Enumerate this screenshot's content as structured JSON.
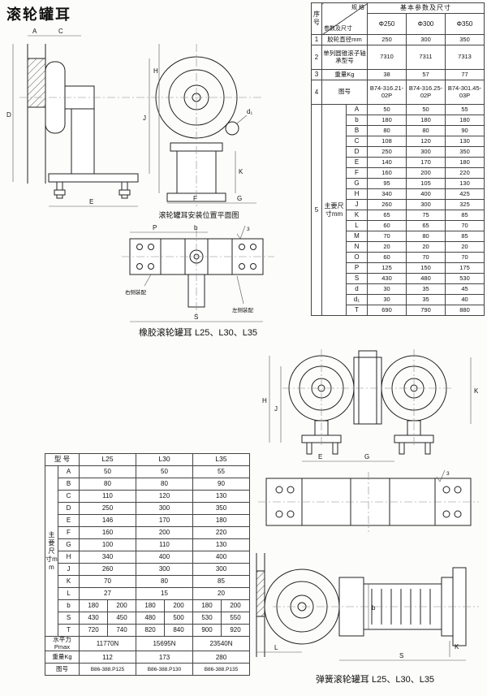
{
  "page": {
    "title": "滚轮罐耳"
  },
  "captions": {
    "plan_view": "滚轮罐耳安装位置平面图",
    "rubber": "橡胶滚轮罐耳 L25、L30、L35",
    "spring": "弹簧滚轮罐耳 L25、L30、L35"
  },
  "param_table": {
    "title": "基本参数及尺寸",
    "seq_header": "序号",
    "spec_header": "规 格",
    "param_header": "参数及尺寸",
    "col_headers": [
      "Φ250",
      "Φ300",
      "Φ350"
    ],
    "rows": [
      {
        "no": "1",
        "label": "胶轮直径mm",
        "values": [
          "250",
          "300",
          "350"
        ]
      },
      {
        "no": "2",
        "label": "单列圆锥滚子轴承型号",
        "values": [
          "7310",
          "7311",
          "7313"
        ]
      },
      {
        "no": "3",
        "label": "重量Kg",
        "values": [
          "38",
          "57",
          "77"
        ]
      },
      {
        "no": "4",
        "label": "图号",
        "values": [
          "B74-316.21-02P",
          "B74-316.25-02P",
          "B74-301.45-03P"
        ]
      }
    ],
    "dims": {
      "no": "5",
      "label": "主要尺寸mm",
      "rows": [
        [
          "A",
          "50",
          "50",
          "55"
        ],
        [
          "b",
          "180",
          "180",
          "180"
        ],
        [
          "B",
          "80",
          "80",
          "90"
        ],
        [
          "C",
          "108",
          "120",
          "130"
        ],
        [
          "D",
          "250",
          "300",
          "350"
        ],
        [
          "E",
          "140",
          "170",
          "180"
        ],
        [
          "F",
          "160",
          "200",
          "220"
        ],
        [
          "G",
          "95",
          "105",
          "130"
        ],
        [
          "H",
          "340",
          "400",
          "425"
        ],
        [
          "J",
          "260",
          "300",
          "325"
        ],
        [
          "K",
          "65",
          "75",
          "85"
        ],
        [
          "L",
          "60",
          "65",
          "70"
        ],
        [
          "M",
          "70",
          "80",
          "85"
        ],
        [
          "N",
          "20",
          "20",
          "20"
        ],
        [
          "O",
          "60",
          "70",
          "70"
        ],
        [
          "P",
          "125",
          "150",
          "175"
        ],
        [
          "S",
          "430",
          "480",
          "530"
        ],
        [
          "d",
          "30",
          "35",
          "45"
        ],
        [
          "d₁",
          "30",
          "35",
          "40"
        ],
        [
          "T",
          "690",
          "790",
          "880"
        ]
      ]
    }
  },
  "model_table": {
    "model_header": "型 号",
    "col_headers": [
      "L25",
      "L30",
      "L35"
    ],
    "dims_label": "主要尺寸mm",
    "single_rows": [
      [
        "A",
        "50",
        "50",
        "55"
      ],
      [
        "B",
        "80",
        "80",
        "90"
      ],
      [
        "C",
        "110",
        "120",
        "130"
      ],
      [
        "D",
        "250",
        "300",
        "350"
      ],
      [
        "E",
        "146",
        "170",
        "180"
      ],
      [
        "F",
        "160",
        "200",
        "220"
      ],
      [
        "G",
        "100",
        "110",
        "130"
      ],
      [
        "H",
        "340",
        "400",
        "400"
      ],
      [
        "J",
        "260",
        "300",
        "300"
      ],
      [
        "K",
        "70",
        "80",
        "85"
      ],
      [
        "L",
        "27",
        "15",
        "20"
      ]
    ],
    "split_rows": [
      [
        "b",
        "180",
        "200",
        "180",
        "200",
        "180",
        "200"
      ],
      [
        "S",
        "430",
        "450",
        "480",
        "500",
        "530",
        "550"
      ],
      [
        "T",
        "720",
        "740",
        "820",
        "840",
        "900",
        "920"
      ]
    ],
    "footer_rows": [
      [
        "水平力Pmax",
        "11770N",
        "15695N",
        "23540N"
      ],
      [
        "重量Kg",
        "112",
        "173",
        "280"
      ],
      [
        "图号",
        "B86-388.P125",
        "B86-388.P130",
        "B86-388.P135"
      ]
    ]
  },
  "drawings": {
    "side_view": {
      "labels": {
        "A": "A",
        "C": "C",
        "D": "D",
        "E": "E",
        "F": "F",
        "G": "G",
        "H": "H",
        "J": "J",
        "K": "K",
        "d1": "d₁"
      }
    },
    "plan_view": {
      "labels": {
        "b": "b",
        "P": "P",
        "S": "S"
      },
      "right_assembly": "右侧装配",
      "left_assembly": "左侧装配",
      "finish": "3"
    },
    "front_view": {
      "labels": {
        "H": "H",
        "J": "J",
        "E": "E",
        "G": "G",
        "K": "K"
      }
    },
    "spring_side": {
      "labels": {
        "b": "b",
        "K": "K",
        "L": "L",
        "S": "S"
      },
      "finish": "3"
    }
  }
}
